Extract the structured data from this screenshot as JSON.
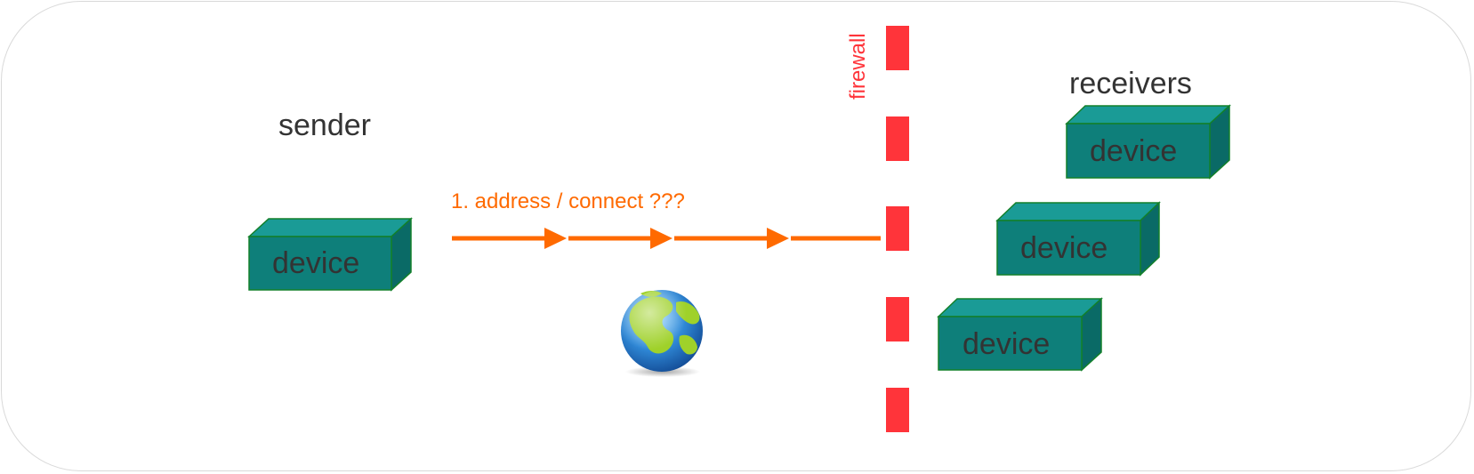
{
  "labels": {
    "sender": "sender",
    "receivers": "receivers",
    "firewall": "firewall",
    "device": "device",
    "step1": "1. address / connect ???"
  },
  "colors": {
    "box_front": "#0e7f7a",
    "box_top": "#1a9b96",
    "box_side": "#0a6a66",
    "box_border": "#12802a",
    "arrow": "#ff6a00",
    "firewall": "#ff343a",
    "text": "#333333"
  },
  "icons": {
    "globe": "globe-icon"
  }
}
